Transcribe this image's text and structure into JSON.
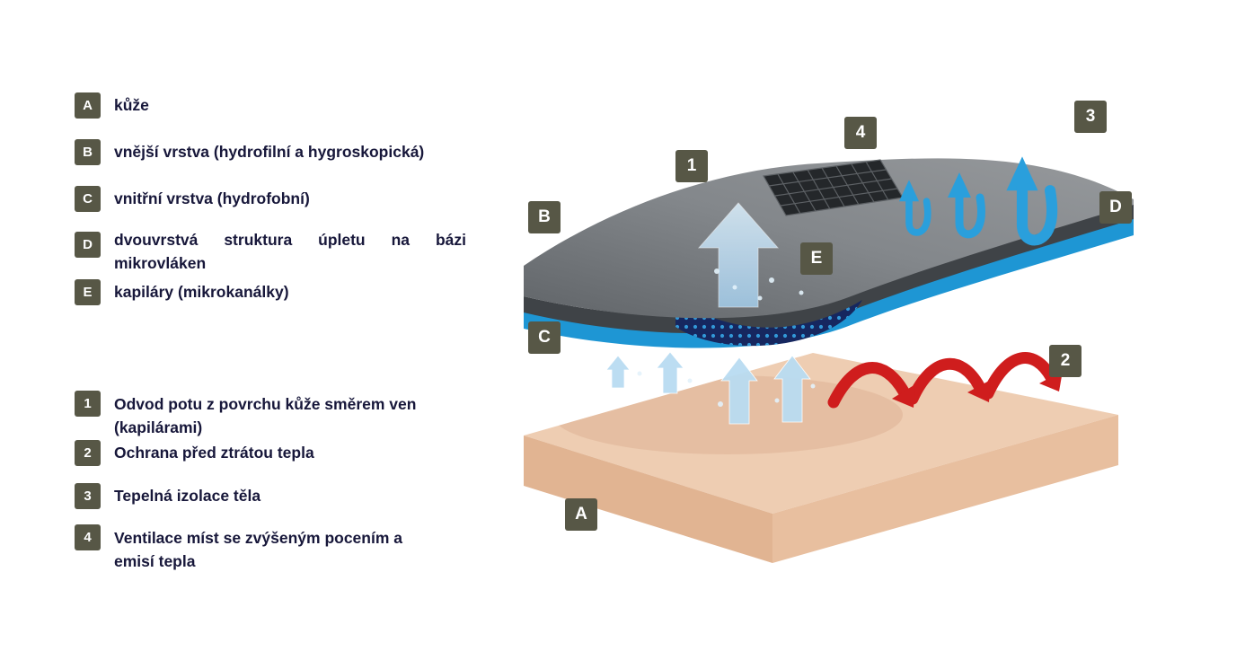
{
  "colors": {
    "badge_bg": "#575746",
    "badge_text": "#ffffff",
    "legend_text": "#17173a",
    "skin": "#eecdb2",
    "fabric_gray": "#84878a",
    "fabric_blue": "#1e96d4",
    "capillary_navy": "#16275f",
    "sweat_arrow_lightblue": "#b9dcf2",
    "ventilation_arrow_blue": "#2a9fdc",
    "heat_arrow_red": "#cf1d1d"
  },
  "legend_letters": {
    "items": [
      {
        "key": "A",
        "label": "kůže"
      },
      {
        "key": "B",
        "label": "vnější vrstva (hydrofilní a hygroskopická)"
      },
      {
        "key": "C",
        "label": "vnitřní vrstva (hydrofobní)"
      },
      {
        "key": "D",
        "label": "dvouvrstvá struktura úpletu na bázi mikrovláken"
      },
      {
        "key": "E",
        "label": "kapiláry (mikrokanálky)"
      }
    ]
  },
  "legend_numbers": {
    "items": [
      {
        "key": "1",
        "label": "Odvod potu z povrchu kůže směrem ven (kapilárami)"
      },
      {
        "key": "2",
        "label": "Ochrana před ztrátou tepla"
      },
      {
        "key": "3",
        "label": "Tepelná izolace těla"
      },
      {
        "key": "4",
        "label": "Ventilace míst se zvýšeným pocením a emisí tepla"
      }
    ]
  },
  "diagram": {
    "labels": {
      "skin": "A",
      "outer_layer": "B",
      "inner_layer": "C",
      "knit_structure": "D",
      "capillaries": "E",
      "sweat_out": "1",
      "heat_protection": "2",
      "insulation": "3",
      "ventilation": "4"
    }
  }
}
